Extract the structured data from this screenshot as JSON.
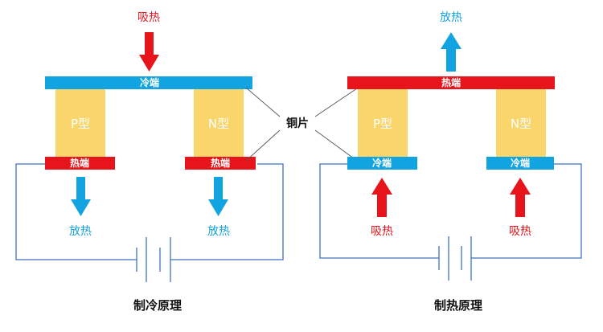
{
  "colors": {
    "hot": "#e8141b",
    "cold": "#12a4e0",
    "semiconductor": "#f9d56c",
    "wire": "#3f6fc4",
    "pointer": "#555555"
  },
  "copper_label": "铜片",
  "cooling": {
    "caption": "制冷原理",
    "top_label": "吸热",
    "top_plate": "冷端",
    "p_leg": "P型",
    "n_leg": "N型",
    "bottom_plate_left": "热端",
    "bottom_plate_right": "热端",
    "bottom_label_left": "放热",
    "bottom_label_right": "放热"
  },
  "heating": {
    "caption": "制热原理",
    "top_label": "放热",
    "top_plate": "热端",
    "p_leg": "P型",
    "n_leg": "N型",
    "bottom_plate_left": "冷端",
    "bottom_plate_right": "冷端",
    "bottom_label_left": "吸热",
    "bottom_label_right": "吸热"
  }
}
